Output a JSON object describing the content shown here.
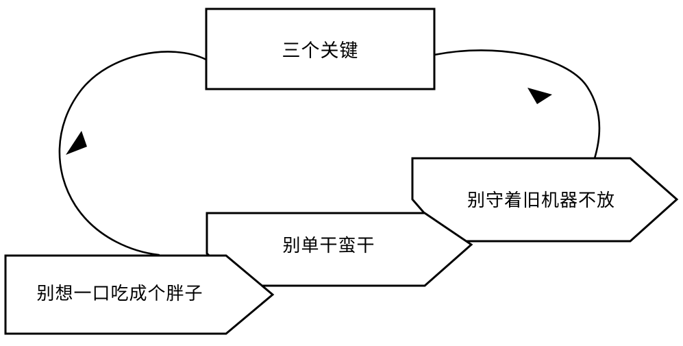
{
  "diagram": {
    "type": "cycle-flow",
    "background_color": "#ffffff",
    "line_color": "#000000",
    "nodes": [
      {
        "id": "top-box",
        "shape": "rectangle",
        "label": "三个关键"
      },
      {
        "id": "right-chevron",
        "shape": "chevron-arrow",
        "label": "别守着旧机器不放"
      },
      {
        "id": "middle-chevron",
        "shape": "chevron-arrow",
        "label": "别单干蛮干"
      },
      {
        "id": "bottom-left-chevron",
        "shape": "chevron-arrow",
        "label": "别想一口吃成个胖子"
      }
    ],
    "connectors": [
      {
        "id": "left-curve",
        "from": "top-box",
        "to": "bottom-left-chevron",
        "arrow_direction": "down-left"
      },
      {
        "id": "right-curve",
        "from": "right-chevron",
        "to": "top-box",
        "arrow_direction": "up-left"
      }
    ]
  }
}
